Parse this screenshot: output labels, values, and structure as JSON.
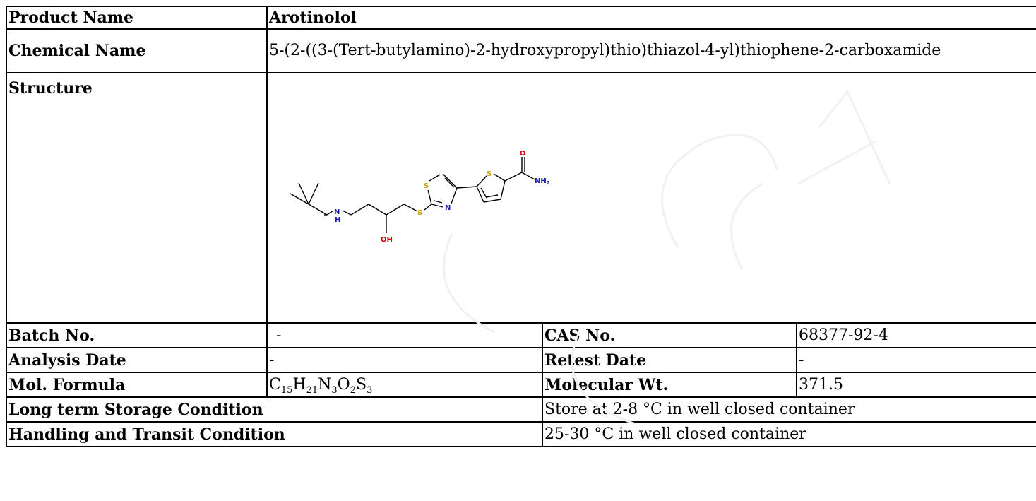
{
  "product": {
    "label": "Product Name",
    "value": "Arotinolol"
  },
  "chemical": {
    "label": "Chemical Name",
    "value": "5-(2-((3-(Tert-butylamino)-2-hydroxypropyl)thio)thiazol-4-yl)thiophene-2-carboxamide"
  },
  "structure": {
    "label": "Structure",
    "atoms": {
      "nh": "N",
      "nh_h": "H",
      "oh": "OH",
      "s_link": "S",
      "s_thiazole": "S",
      "n_thiazole": "N",
      "s_thiophene": "S",
      "o_amide": "O",
      "nh2": "NH",
      "nh2_sub": "2"
    },
    "colors": {
      "s": "#c8a000",
      "n": "#1a1ab4",
      "o": "#d40000",
      "bond": "#000000"
    }
  },
  "batch": {
    "label": "Batch No.",
    "value": "-"
  },
  "cas": {
    "label": "CAS No.",
    "value": "68377-92-4"
  },
  "analysis": {
    "label": "Analysis Date",
    "value": "-"
  },
  "retest": {
    "label": "Retest Date",
    "value": "-"
  },
  "formula": {
    "label": "Mol. Formula",
    "parts": [
      {
        "el": "C",
        "n": "15"
      },
      {
        "el": "H",
        "n": "21"
      },
      {
        "el": "N",
        "n": "3"
      },
      {
        "el": "O",
        "n": "2"
      },
      {
        "el": "S",
        "n": "3"
      }
    ]
  },
  "mw": {
    "label": "Molecular Wt.",
    "value": "371.5"
  },
  "storage": {
    "label": "Long term Storage Condition",
    "value": "Store at 2-8 °C in well closed container"
  },
  "handling": {
    "label": "Handling and Transit Condition",
    "value": "25-30 °C in well closed container"
  },
  "theme": {
    "watermark": "#f1f1f1"
  }
}
